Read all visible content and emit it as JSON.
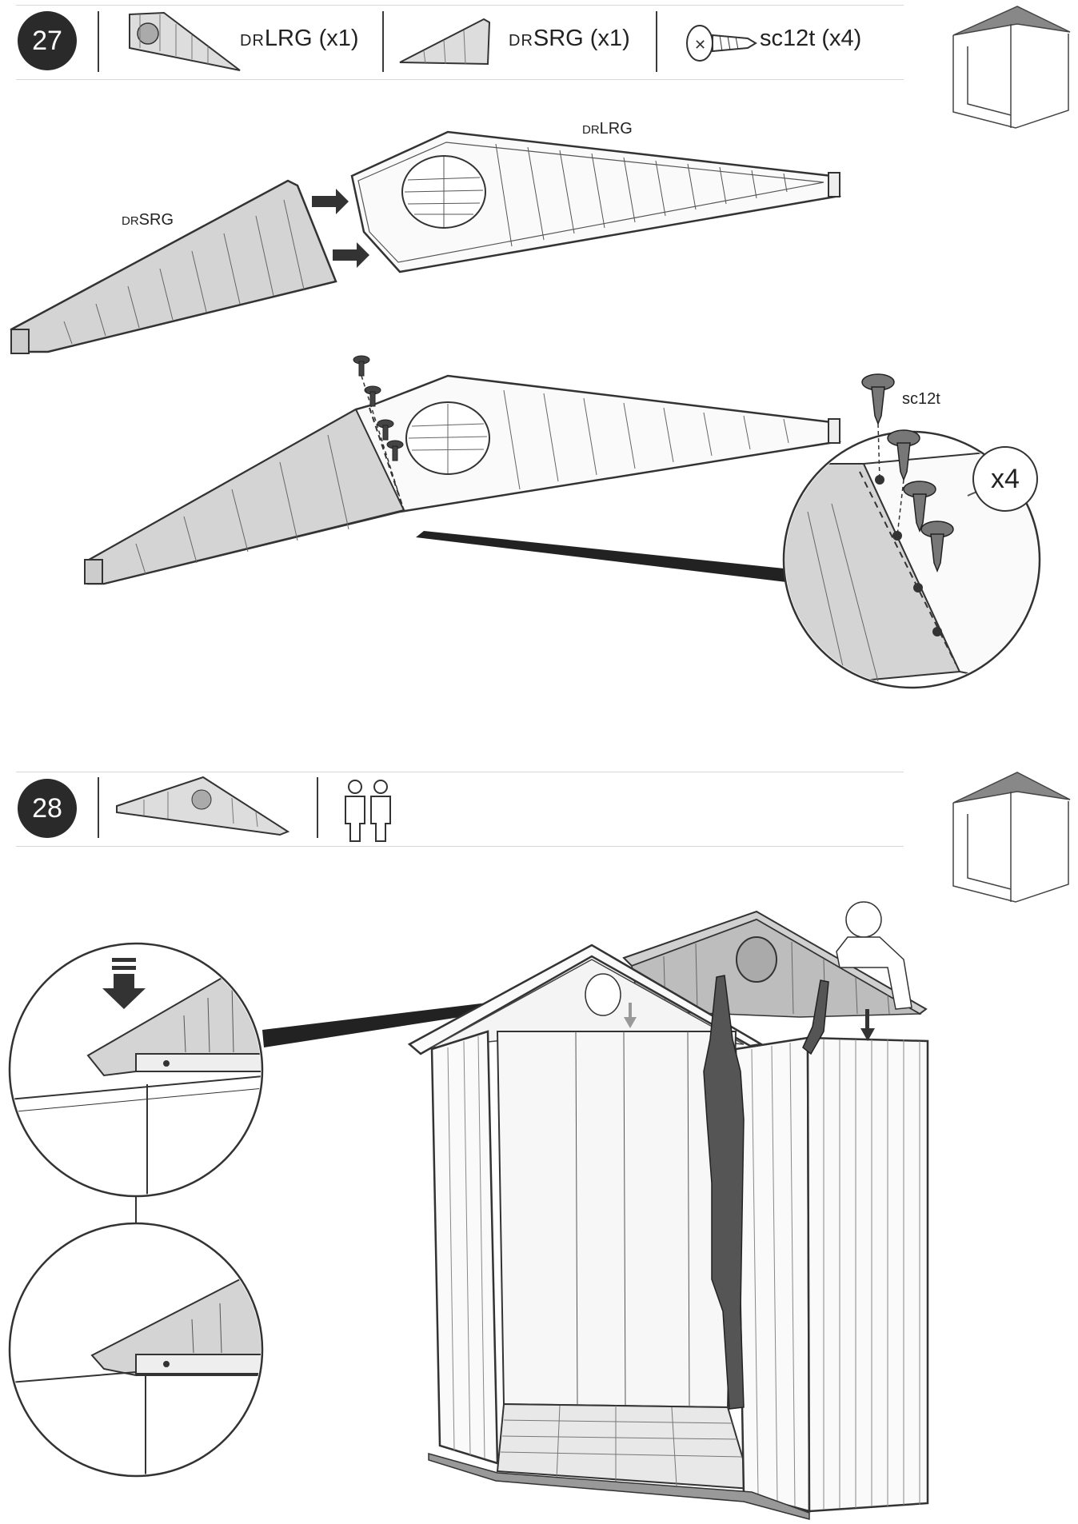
{
  "step27": {
    "number": "27",
    "parts": [
      {
        "prefix": "DR",
        "name": "LRG",
        "qty": "(x1)"
      },
      {
        "prefix": "DR",
        "name": "SRG",
        "qty": "(x1)"
      },
      {
        "prefix": "",
        "name": "sc12t",
        "qty": "(x4)"
      }
    ],
    "labels": {
      "lrg_prefix": "DR",
      "lrg_name": "LRG",
      "srg_prefix": "DR",
      "srg_name": "SRG",
      "screw": "sc12t",
      "multiplier": "x4"
    }
  },
  "step28": {
    "number": "28",
    "people_icon": "two-person-icon"
  },
  "colors": {
    "ink": "#2a2a2a",
    "part_fill": "#d9d9d9",
    "line": "#333333"
  }
}
